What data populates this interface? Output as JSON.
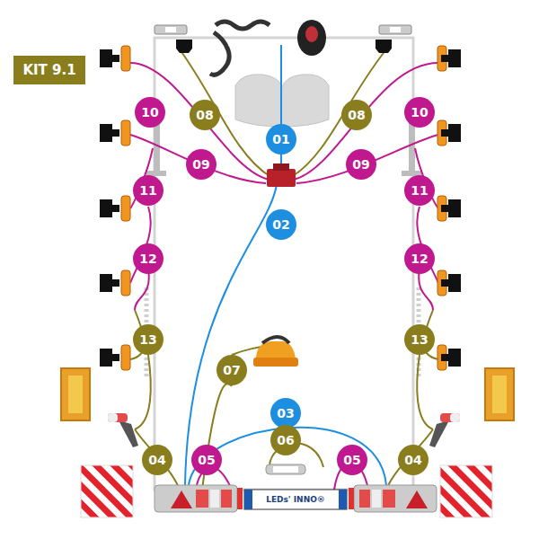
{
  "diagram": {
    "nodes": [
      {
        "text": [
          "KIT 9.1"
        ]
      },
      {
        "text": [
          "10"
        ]
      },
      {
        "text": [
          "08"
        ]
      },
      {
        "text": [
          "01"
        ]
      },
      {
        "text": [
          "08"
        ]
      },
      {
        "text": [
          "10"
        ]
      },
      {
        "text": [
          "09"
        ]
      },
      {
        "text": [
          "09"
        ]
      },
      {
        "text": [
          "11"
        ]
      },
      {
        "text": [
          "11"
        ]
      },
      {
        "text": [
          "02"
        ]
      },
      {
        "text": [
          "12"
        ]
      },
      {
        "text": [
          "12"
        ]
      },
      {
        "text": [
          "13"
        ]
      },
      {
        "text": [
          "13"
        ]
      },
      {
        "text": [
          "07"
        ]
      },
      {
        "text": [
          "03"
        ]
      },
      {
        "text": [
          "06"
        ]
      },
      {
        "text": [
          "04"
        ]
      },
      {
        "text": [
          "05"
        ]
      },
      {
        "text": [
          "05"
        ]
      },
      {
        "text": [
          "04"
        ]
      }
    ],
    "labels": [
      "LEDs' INNO®"
    ]
  }
}
